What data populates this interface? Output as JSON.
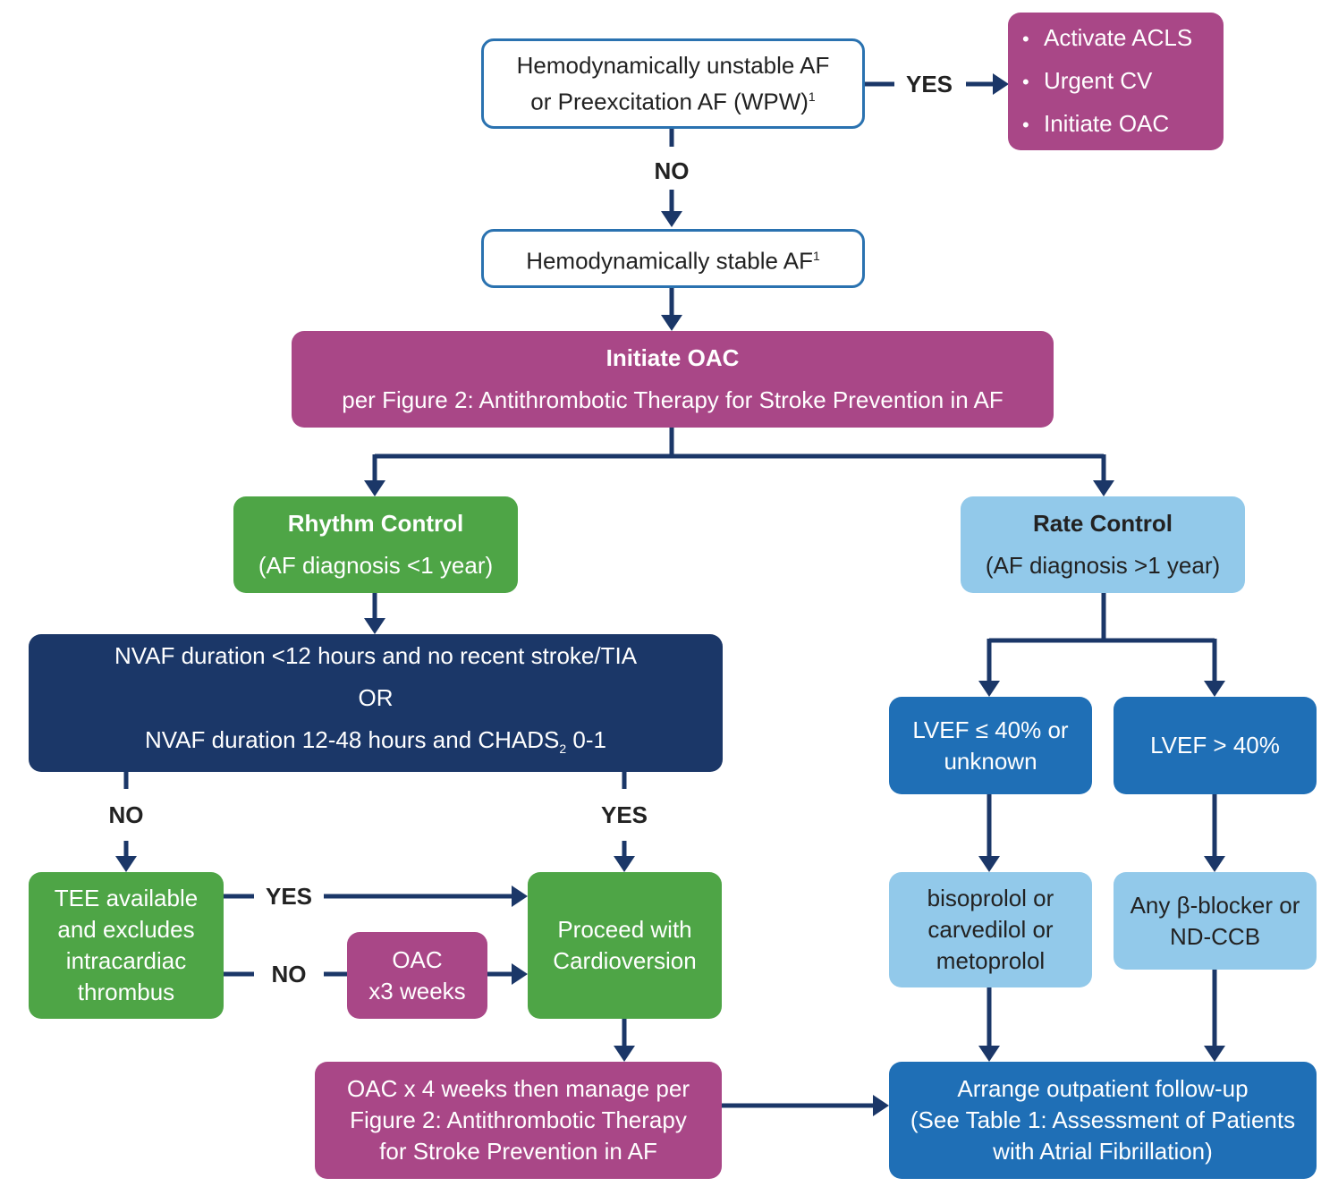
{
  "nodes": {
    "unstable": {
      "line1": "Hemodynamically unstable AF",
      "line2": "or Preexcitation AF (WPW)",
      "sup": "1"
    },
    "acls": {
      "items": [
        "Activate ACLS",
        "Urgent CV",
        "Initiate OAC"
      ]
    },
    "stable": {
      "text": "Hemodynamically stable AF",
      "sup": "1"
    },
    "initiate_oac": {
      "title": "Initiate OAC",
      "subtitle": "per Figure 2: Antithrombotic Therapy for Stroke Prevention in AF"
    },
    "rhythm": {
      "title": "Rhythm Control",
      "subtitle": "(AF diagnosis <1 year)"
    },
    "rate": {
      "title": "Rate Control",
      "subtitle": "(AF diagnosis >1 year)"
    },
    "nvaf": {
      "line1": "NVAF duration <12 hours and no recent stroke/TIA",
      "line2": "OR",
      "line3_pre": "NVAF duration 12-48 hours and CHADS",
      "line3_sub": "2",
      "line3_post": " 0-1"
    },
    "lvef_low": {
      "line1": "LVEF ≤ 40% or",
      "line2": "unknown"
    },
    "lvef_high": {
      "text": "LVEF > 40%"
    },
    "tee": {
      "lines": [
        "TEE available",
        "and excludes",
        "intracardiac",
        "thrombus"
      ]
    },
    "oac3": {
      "lines": [
        "OAC",
        "x3 weeks"
      ]
    },
    "cardioversion": {
      "lines": [
        "Proceed with",
        "Cardioversion"
      ]
    },
    "bisoprolol": {
      "lines": [
        "bisoprolol or",
        "carvedilol or",
        "metoprolol"
      ]
    },
    "bblocker": {
      "lines": [
        "Any β-blocker or",
        "ND-CCB"
      ]
    },
    "oac4": {
      "lines": [
        "OAC x 4 weeks then manage per",
        "Figure 2: Antithrombotic Therapy",
        "for Stroke Prevention in AF"
      ]
    },
    "followup": {
      "lines": [
        "Arrange outpatient follow-up",
        "(See Table 1: Assessment of Patients",
        "with Atrial Fibrillation)"
      ]
    }
  },
  "labels": {
    "yes_top": "YES",
    "no_top": "NO",
    "no_left": "NO",
    "yes_right": "YES",
    "yes_tee": "YES",
    "no_tee": "NO"
  },
  "colors": {
    "line": "#1b3768",
    "outline_border": "#2a72b0",
    "purple": "#a94787",
    "green": "#4ea546",
    "navy": "#1b3768",
    "blue": "#1f6fb6",
    "light_blue": "#92c9ea"
  }
}
